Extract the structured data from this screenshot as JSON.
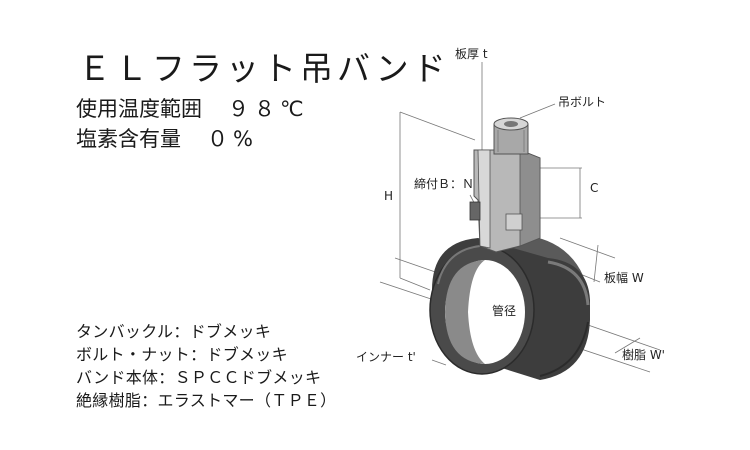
{
  "title": "ＥＬフラット吊バンド",
  "specs": [
    {
      "label": "使用温度範囲",
      "value": "９８℃"
    },
    {
      "label": "塩素含有量",
      "value": "０%"
    }
  ],
  "materials": [
    "タンバックル：ドブメッキ",
    "ボルト・ナット：ドブメッキ",
    "バンド本体：ＳＰＣＣドブメッキ",
    "絶縁樹脂：エラストマー（ＴＰＥ）"
  ],
  "labels": {
    "plate_thickness": "板厚 t",
    "hanger_bolt": "吊ボルト",
    "fastening": "締付Ｂ：Ｎ",
    "height": "H",
    "dim_c": "C",
    "plate_width": "板幅 W",
    "pipe_diameter": "管径",
    "inner": "インナー t'",
    "resin_width": "樹脂 W'"
  },
  "colors": {
    "band": "#4a4a4a",
    "band_dark": "#2b2b2b",
    "band_light": "#7a7a7a",
    "metal": "#b8b8b8",
    "line": "#777777"
  }
}
